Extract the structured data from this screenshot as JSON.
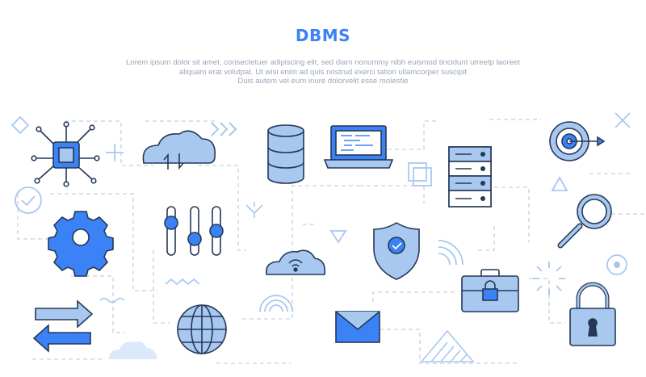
{
  "header": {
    "title": "DBMS",
    "subtitle_lines": [
      "Lorem ipsum dolor sit amet, consectetuer adipiscing elit, sed diam nonummy nibh euismod tincidunt utreetp laoreet",
      "aliquam erat volutpat. Ut wisi enim ad quis nostrud exerci tation ullamcorper suscipit",
      "Duis autem vel eum inure dolorvelit esse molestie"
    ]
  },
  "colors": {
    "accent": "#3b82f6",
    "fill": "#a8c8f0",
    "stroke": "#253858",
    "line": "#c9d0da",
    "text_muted": "#9aa6b6"
  },
  "icons": [
    "cpu-chip-icon",
    "cloud-transfer-icon",
    "database-icon",
    "laptop-code-icon",
    "server-rack-icon",
    "target-icon",
    "gear-icon",
    "sliders-icon",
    "shield-check-icon",
    "magnifier-icon",
    "cloud-wifi-icon",
    "briefcase-lock-icon",
    "exchange-arrows-icon",
    "globe-icon",
    "envelope-icon",
    "padlock-icon"
  ]
}
